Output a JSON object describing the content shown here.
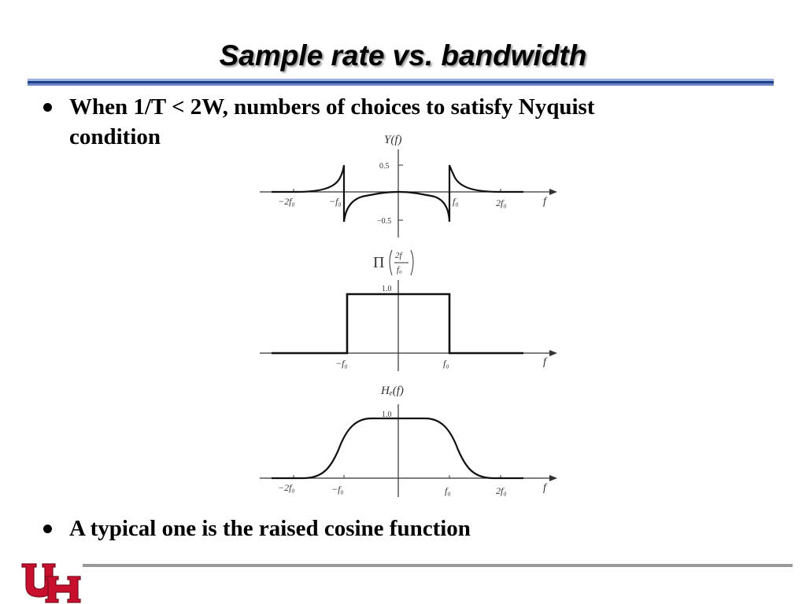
{
  "slide": {
    "title": "Sample rate vs. bandwidth",
    "bullets": [
      {
        "line1": "When 1/T < 2W, numbers of choices to satisfy Nyquist",
        "line2": "condition"
      },
      {
        "line1": "A typical one is the raised cosine function"
      }
    ]
  },
  "figure": {
    "plot1": {
      "ylabel": "Y(f)",
      "y_ticks": [
        "0.5",
        "−0.5"
      ],
      "x_ticks": [
        "−2f₀",
        "−f₀",
        "f₀",
        "2f₀"
      ],
      "x_axis_label": "f"
    },
    "plot2": {
      "ylabel_pi": "Π",
      "ylabel_num": "2f",
      "ylabel_den": "f₀",
      "y_tick": "1.0",
      "x_ticks": [
        "−f₀",
        "f₀"
      ],
      "x_axis_label": "f"
    },
    "plot3": {
      "ylabel": "Hₑ(f)",
      "y_tick": "1.0",
      "x_ticks": [
        "−2f₀",
        "−f₀",
        "f₀",
        "2f₀"
      ],
      "x_axis_label": "f"
    }
  },
  "colors": {
    "rule_blue_dark": "#1f3f8f",
    "rule_blue_light": "#8fa8d8",
    "footer_gray": "#9a9a9a",
    "logo_red": "#c8102e"
  }
}
